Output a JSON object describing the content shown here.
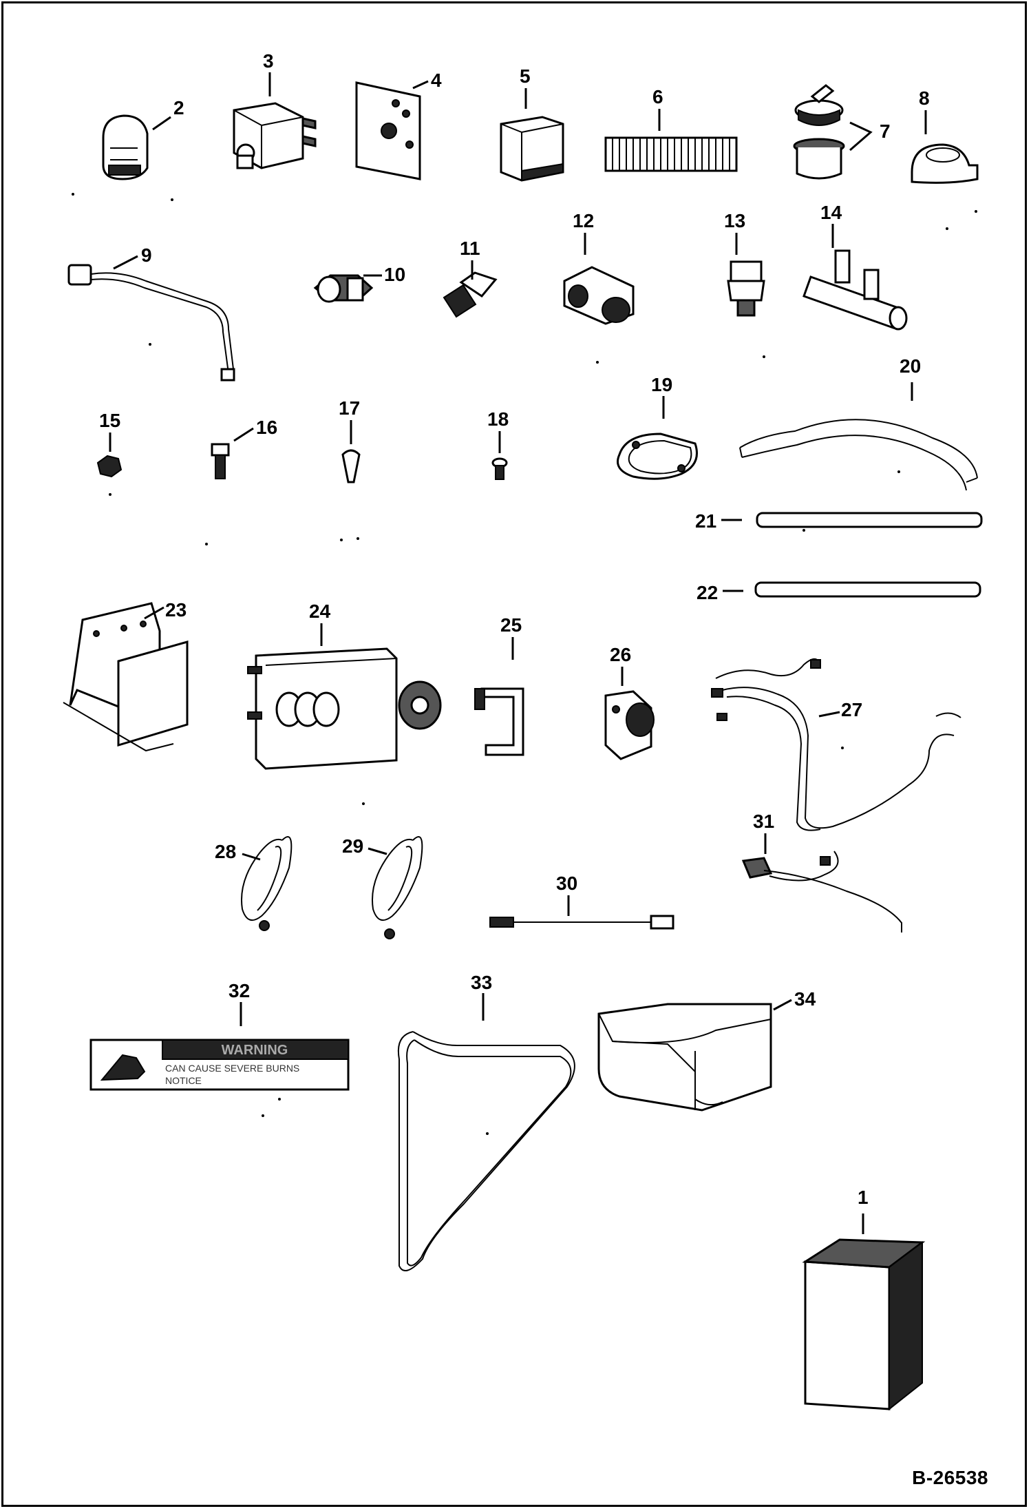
{
  "drawing_number": "B-26538",
  "warning_decal": {
    "header": "WARNING",
    "line1": "CAN CAUSE SEVERE BURNS",
    "line2": "NOTICE"
  },
  "callouts": [
    "1",
    "2",
    "3",
    "4",
    "5",
    "6",
    "7",
    "8",
    "9",
    "10",
    "11",
    "12",
    "13",
    "14",
    "15",
    "16",
    "17",
    "18",
    "19",
    "20",
    "21",
    "22",
    "23",
    "24",
    "25",
    "26",
    "27",
    "28",
    "29",
    "30",
    "31",
    "32",
    "33",
    "34"
  ]
}
